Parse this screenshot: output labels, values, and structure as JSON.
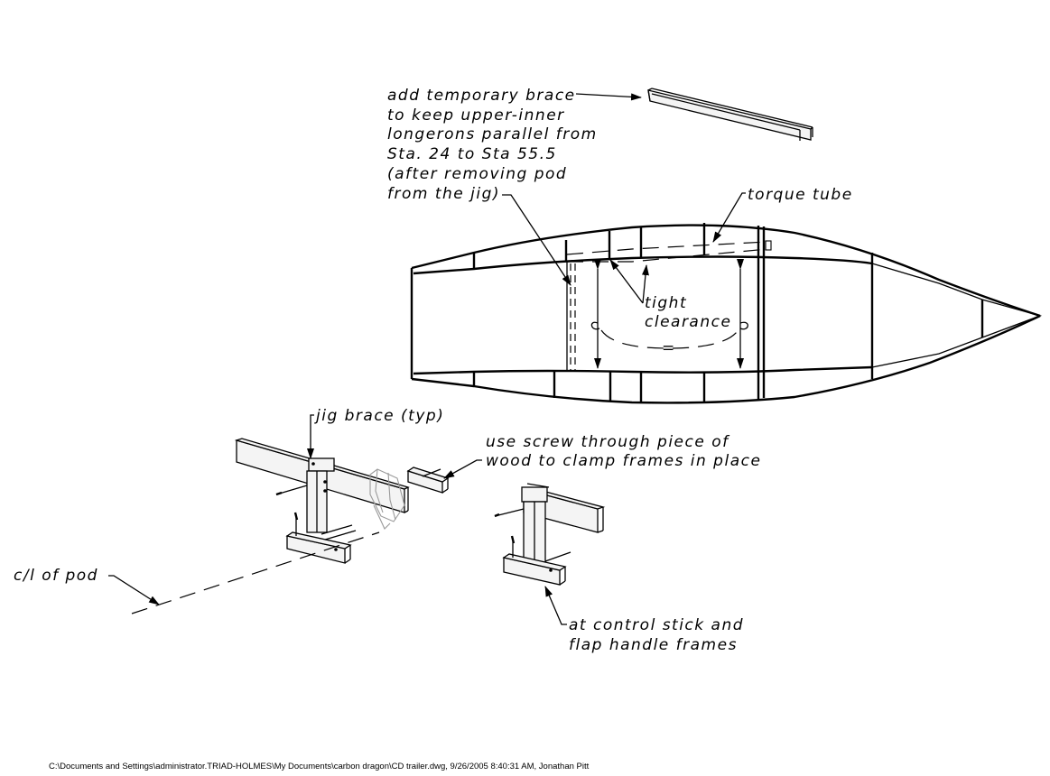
{
  "labels": {
    "brace_note": [
      "add temporary brace",
      "to keep upper-inner",
      "longerons parallel from",
      "Sta. 24 to Sta 55.5",
      "(after removing pod",
      "from the jig)"
    ],
    "torque_tube": "torque tube",
    "tight_clearance": [
      "tight",
      "clearance"
    ],
    "jig_brace": "jig brace (typ)",
    "screw_note": [
      "use screw through piece of",
      "wood to clamp frames in place"
    ],
    "centerline": "c/l of pod",
    "control_stick": [
      "at control stick and",
      "flap handle frames"
    ],
    "equal_mark": "="
  },
  "footer": {
    "path": "C:\\Documents and Settings\\administrator.TRIAD-HOLMES\\My Documents\\carbon dragon\\CD trailer.dwg, 9/26/2005 8:40:31 AM, Jonathan Pitt"
  }
}
